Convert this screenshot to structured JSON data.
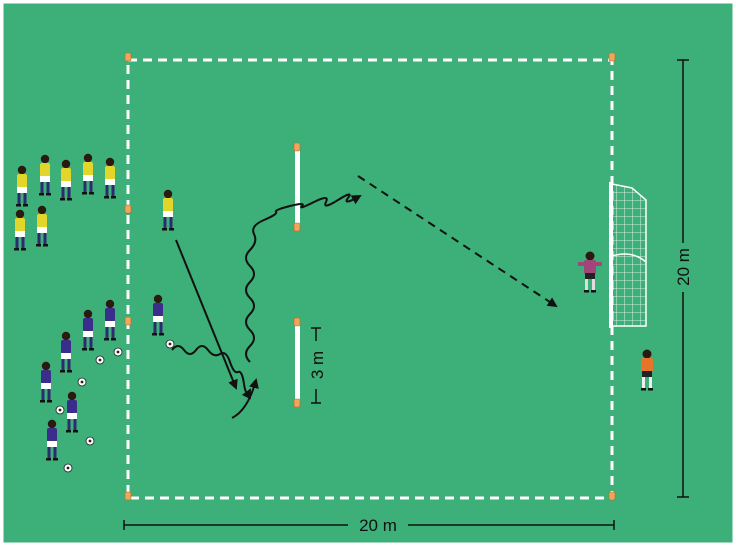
{
  "drill": {
    "width_label": "20 m",
    "height_label": "20 m",
    "gate_label": "3 m"
  },
  "colors": {
    "pitch": "#3daf78",
    "lines": "#ffffff",
    "attackers_yellow": "#e3d62a",
    "attackers_blue": "#3b2d8c",
    "goalkeeper": "#a2457a",
    "coach": "#e8742a",
    "cone": "#f0a55a"
  },
  "icons": {
    "player": "player-icon",
    "ball": "ball-icon",
    "cone": "cone-icon",
    "goal": "goal-icon"
  }
}
